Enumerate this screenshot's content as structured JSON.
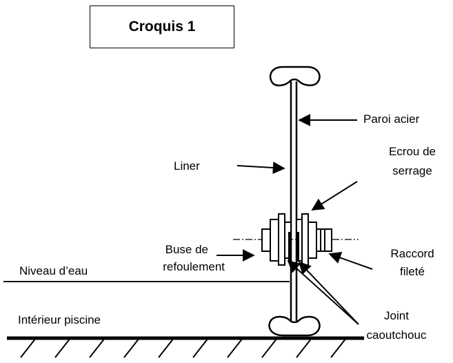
{
  "title": "Croquis 1",
  "labels": {
    "paroi_acier": "Paroi acier",
    "ecrou_line1": "Ecrou de",
    "ecrou_line2": "serrage",
    "liner": "Liner",
    "buse_line1": "Buse de",
    "buse_line2": "refoulement",
    "niveau_eau": "Niveau d’eau",
    "raccord_line1": "Raccord",
    "raccord_line2": "fileté",
    "interieur_piscine": "Intérieur piscine",
    "joint_line1": "Joint",
    "joint_line2": "caoutchouc"
  }
}
